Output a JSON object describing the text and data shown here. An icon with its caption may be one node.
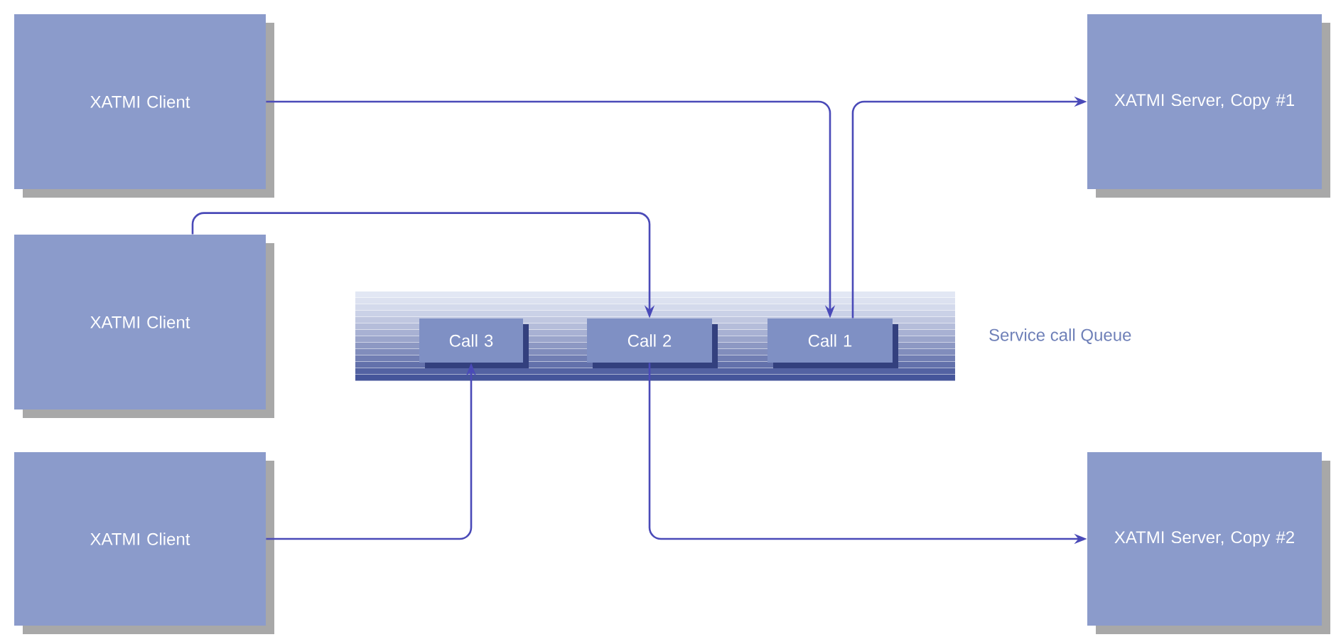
{
  "diagram": {
    "nodes": [
      {
        "text": [
          "XATMI Client"
        ]
      },
      {
        "text": [
          "XATMI Client"
        ]
      },
      {
        "text": [
          "XATMI Client"
        ]
      },
      {
        "text": [],
        "shape": "bar",
        "beside": [
          "Service call Queue"
        ]
      },
      {
        "text": [
          "Call 3"
        ],
        "in": 3
      },
      {
        "text": [
          "Call 2"
        ],
        "in": 3
      },
      {
        "text": [
          "Call 1"
        ],
        "in": 3
      },
      {
        "text": [
          "XATMI Server, Copy #1"
        ]
      },
      {
        "text": [
          "XATMI Server, Copy #2"
        ]
      }
    ],
    "edges": [
      {
        "from": 0,
        "to": 6,
        "arrow": "to"
      },
      {
        "from": 1,
        "to": 5,
        "arrow": "to"
      },
      {
        "from": 2,
        "to": 4,
        "arrow": "to"
      },
      {
        "from": 6,
        "to": 7,
        "arrow": "to"
      },
      {
        "from": 5,
        "to": 8,
        "arrow": "to"
      }
    ]
  }
}
